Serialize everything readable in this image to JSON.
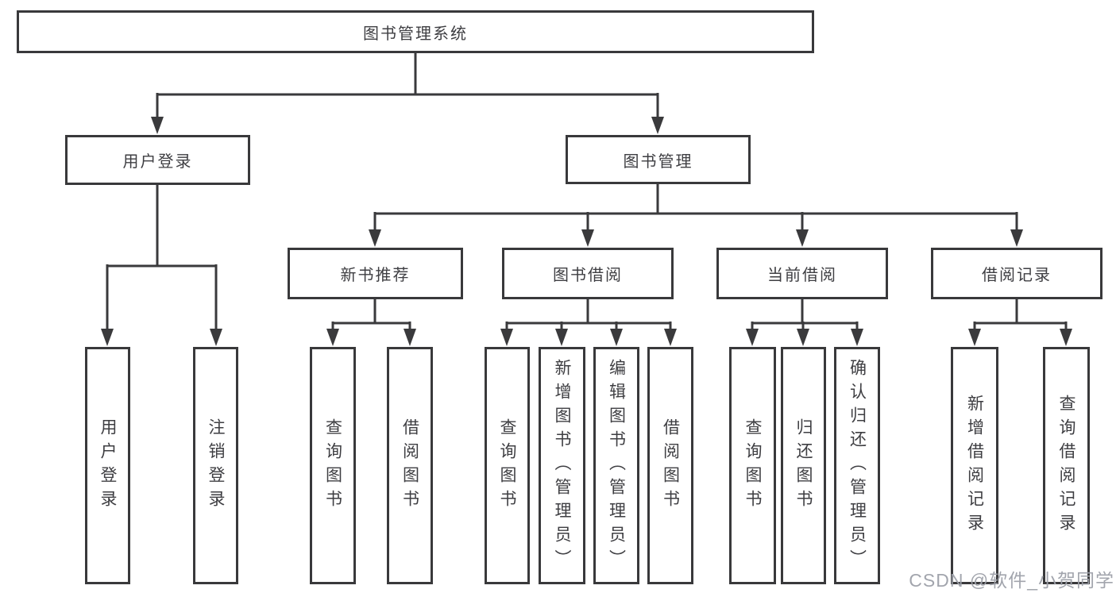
{
  "diagram": {
    "root_label": "图书管理系统",
    "user_login": {
      "label": "用户登录",
      "children": [
        "用户登录",
        "注销登录"
      ]
    },
    "book_mgmt": {
      "label": "图书管理",
      "sections": {
        "new_books": {
          "label": "新书推荐",
          "children": [
            "查询图书",
            "借阅图书"
          ]
        },
        "borrowing": {
          "label": "图书借阅",
          "children": [
            "查询图书",
            "新增图书（管理员）",
            "编辑图书（管理员）",
            "借阅图书"
          ]
        },
        "current": {
          "label": "当前借阅",
          "children": [
            "查询图书",
            "归还图书",
            "确认归还（管理员）"
          ]
        },
        "records": {
          "label": "借阅记录",
          "children": [
            "新增借阅记录",
            "查询借阅记录"
          ]
        }
      }
    },
    "watermark": "CSDN @软件_小贺同学",
    "colors": {
      "line": "#3a3a3c",
      "box_border": "#39393b",
      "text": "#3e3e42",
      "background": "#ffffff",
      "watermark": "#9ea1a9"
    }
  }
}
